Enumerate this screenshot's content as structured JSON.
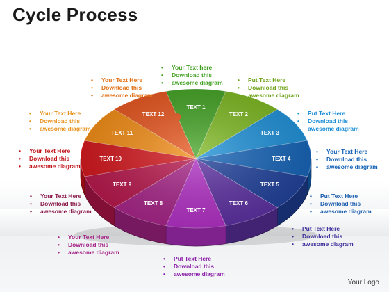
{
  "title": "Cycle Process",
  "logo": "Your Logo",
  "segments": [
    {
      "label": "TEXT 1",
      "color": "#3f9f20"
    },
    {
      "label": "TEXT 2",
      "color": "#7ab51d"
    },
    {
      "label": "TEXT 3",
      "color": "#1b8ed6"
    },
    {
      "label": "TEXT 4",
      "color": "#1361b5"
    },
    {
      "label": "TEXT 5",
      "color": "#1e3f99"
    },
    {
      "label": "TEXT 6",
      "color": "#5b2fa0"
    },
    {
      "label": "TEXT 7",
      "color": "#b12fc4"
    },
    {
      "label": "TEXT 8",
      "color": "#a52386"
    },
    {
      "label": "TEXT 9",
      "color": "#b5154a"
    },
    {
      "label": "TEXT 10",
      "color": "#d0141a"
    },
    {
      "label": "TEXT 11",
      "color": "#f08a12"
    },
    {
      "label": "TEXT 12",
      "color": "#e4521a"
    }
  ],
  "notes": [
    {
      "line1": "Your Text  here",
      "line2": "Download this",
      "line3": "awesome diagram",
      "color": "#3f9f20"
    },
    {
      "line1": "Put Text Here",
      "line2": "Download this",
      "line3": "awesome diagram",
      "color": "#6fa31a"
    },
    {
      "line1": "Put Text Here",
      "line2": "Download this",
      "line3": "awesome diagram",
      "color": "#1b8ed6"
    },
    {
      "line1": "Your Text Here",
      "line2": "Download this",
      "line3": "awesome diagram",
      "color": "#1361b5"
    },
    {
      "line1": "Put Text Here",
      "line2": "Download this",
      "line3": "awesome diagram",
      "color": "#1e5fae"
    },
    {
      "line1": "Put Text Here",
      "line2": "Download this",
      "line3": "awesome diagram",
      "color": "#3b2f9a"
    },
    {
      "line1": "Put Text Here",
      "line2": "Download this",
      "line3": "awesome diagram",
      "color": "#8a1fa8"
    },
    {
      "line1": "Your Text  Here",
      "line2": "Download this",
      "line3": "awesome diagram",
      "color": "#a52386"
    },
    {
      "line1": "Your Text Here",
      "line2": "Download this",
      "line3": "awesome diagram",
      "color": "#8a1a4a"
    },
    {
      "line1": "Your Text  Here",
      "line2": "Download this",
      "line3": "awesome diagram",
      "color": "#c0141a"
    },
    {
      "line1": "Your Text  Here",
      "line2": "Download this",
      "line3": "awesome diagram",
      "color": "#e8901a"
    },
    {
      "line1": "Your Text Here",
      "line2": "Download this",
      "line3": "awesome diagram",
      "color": "#e07014"
    }
  ]
}
